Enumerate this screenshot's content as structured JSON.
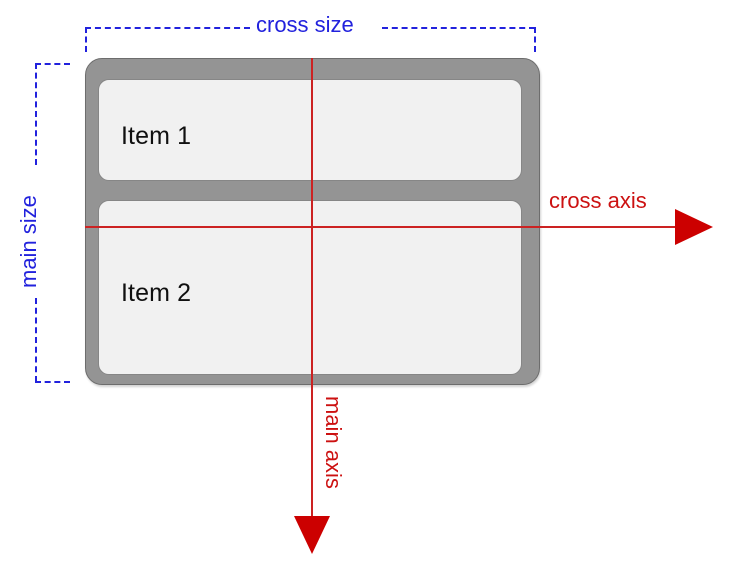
{
  "diagram": {
    "title": "flexbox main axis and cross axis diagram",
    "colors": {
      "measure": "#2222dd",
      "axis": "#cc1111",
      "arrow": "#cc0000",
      "container_border": "#949494",
      "item_fill": "#f1f1f1",
      "item_border": "#868686",
      "text": "#101010",
      "background": "#ffffff"
    },
    "container": {
      "items": [
        {
          "label": "Item 1"
        },
        {
          "label": "Item 2"
        }
      ]
    },
    "measurements": [
      {
        "name": "cross-size",
        "label": "cross size",
        "orientation": "horizontal"
      },
      {
        "name": "main-size",
        "label": "main size",
        "orientation": "vertical"
      }
    ],
    "axes": [
      {
        "name": "cross-axis",
        "label": "cross axis",
        "direction": "right"
      },
      {
        "name": "main-axis",
        "label": "main axis",
        "direction": "down"
      }
    ]
  }
}
